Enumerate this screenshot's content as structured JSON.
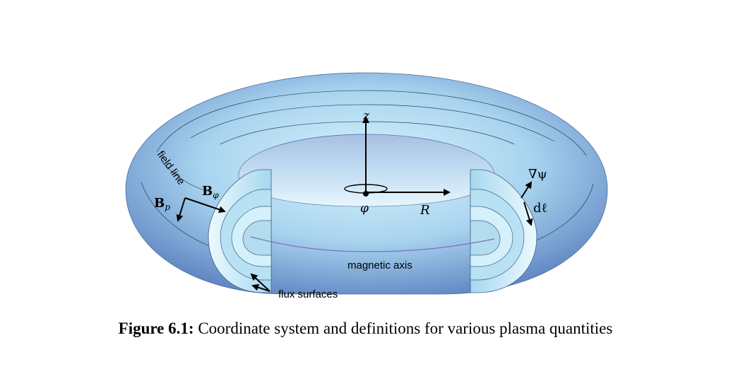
{
  "labels": {
    "z": "z",
    "phi": "φ",
    "R": "R",
    "grad_psi": "∇ψ",
    "dl": "dℓ",
    "B_p": "B",
    "B_p_sub": "p",
    "B_phi": "B",
    "B_phi_sub": "φ",
    "field_line": "field line",
    "magnetic_axis": "magnetic axis",
    "flux_surfaces": "flux surfaces"
  },
  "caption": {
    "label": "Figure 6.1:",
    "text": "Coordinate system and definitions for various plasma quantities"
  },
  "colors": {
    "torus_light": "#d6f0fb",
    "torus_mid": "#9ccbea",
    "torus_dark": "#5f88c4",
    "magnetic_axis_line": "#7b6fc2"
  }
}
